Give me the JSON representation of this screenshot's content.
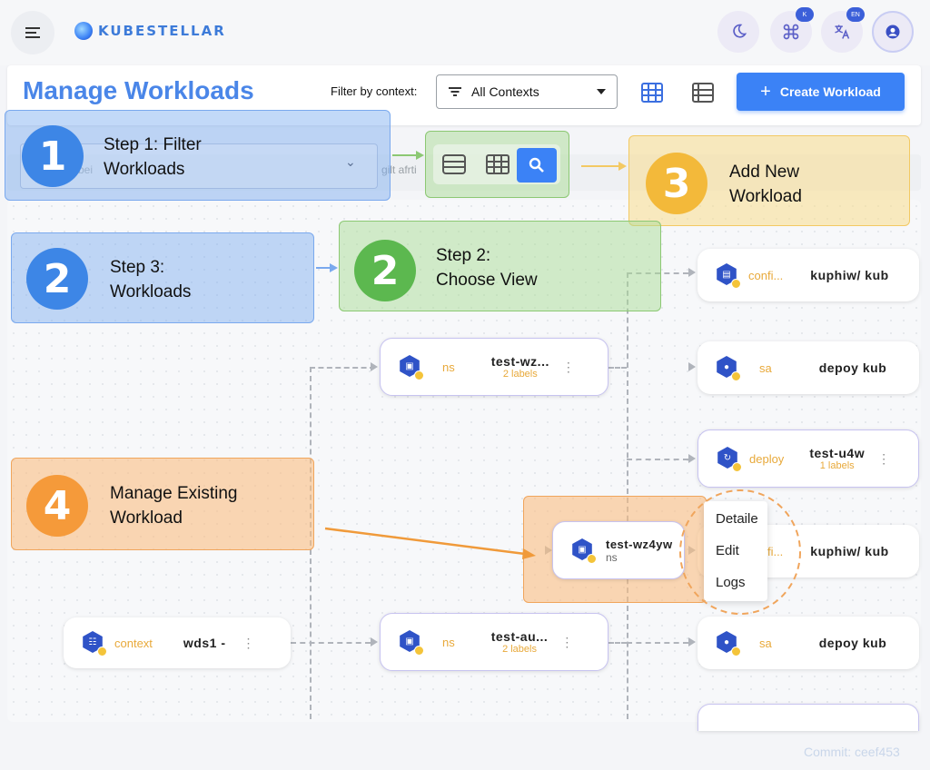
{
  "app": {
    "logo_text": "KUBESTELLAR"
  },
  "topbar": {
    "icons": [
      "menu-icon",
      "moon-icon",
      "command-icon",
      "translate-icon",
      "account-icon"
    ],
    "command_badge": "K",
    "language_badge": "EN"
  },
  "header": {
    "title": "Manage Workloads",
    "filter_label": "Filter by context:",
    "filter_value": "All Contexts",
    "create_label": "Create Workload"
  },
  "search_strip": {
    "ghost_left": "bei",
    "ghost_right": "gilt afrti"
  },
  "callouts": {
    "step1": {
      "number": "1",
      "line1": "Step 1: Filter",
      "line2": "Workloads"
    },
    "step2a": {
      "number": "2",
      "line1": "Step 3:",
      "line2": "Workloads"
    },
    "step2b": {
      "number": "2",
      "line1": "Step 2:",
      "line2": "Choose View"
    },
    "step3": {
      "number": "3",
      "line1": "Add New",
      "line2": "Workload"
    },
    "step4": {
      "number": "4",
      "line1": "Manage Existing",
      "line2": "Workload"
    }
  },
  "nodes": {
    "n1": {
      "type": "confi...",
      "name": "kuphiw/ kub"
    },
    "n2": {
      "type": "ns",
      "name": "test-wz...",
      "sub": "2 labels"
    },
    "n3": {
      "type": "sa",
      "name": "depoy kub"
    },
    "n4": {
      "type": "deploy",
      "name": "test-u4w",
      "sub": "1 labels"
    },
    "n5": {
      "name": "test-wz4yw",
      "sub": "ns"
    },
    "n6": {
      "type": "confi...",
      "name": "kuphiw/ kub"
    },
    "n7": {
      "type": "context",
      "name": "wds1 -"
    },
    "n8": {
      "type": "ns",
      "name": "test-au...",
      "sub": "2 labels"
    },
    "n9": {
      "type": "sa",
      "name": "depoy kub"
    }
  },
  "context_menu": {
    "items": [
      "Detaile",
      "Edit",
      "Logs"
    ]
  },
  "footer": {
    "commit": "Commit: ceef453"
  },
  "colors": {
    "accent": "#3b82f6",
    "title": "#4a86e8",
    "node_type": "#e8a93a"
  }
}
